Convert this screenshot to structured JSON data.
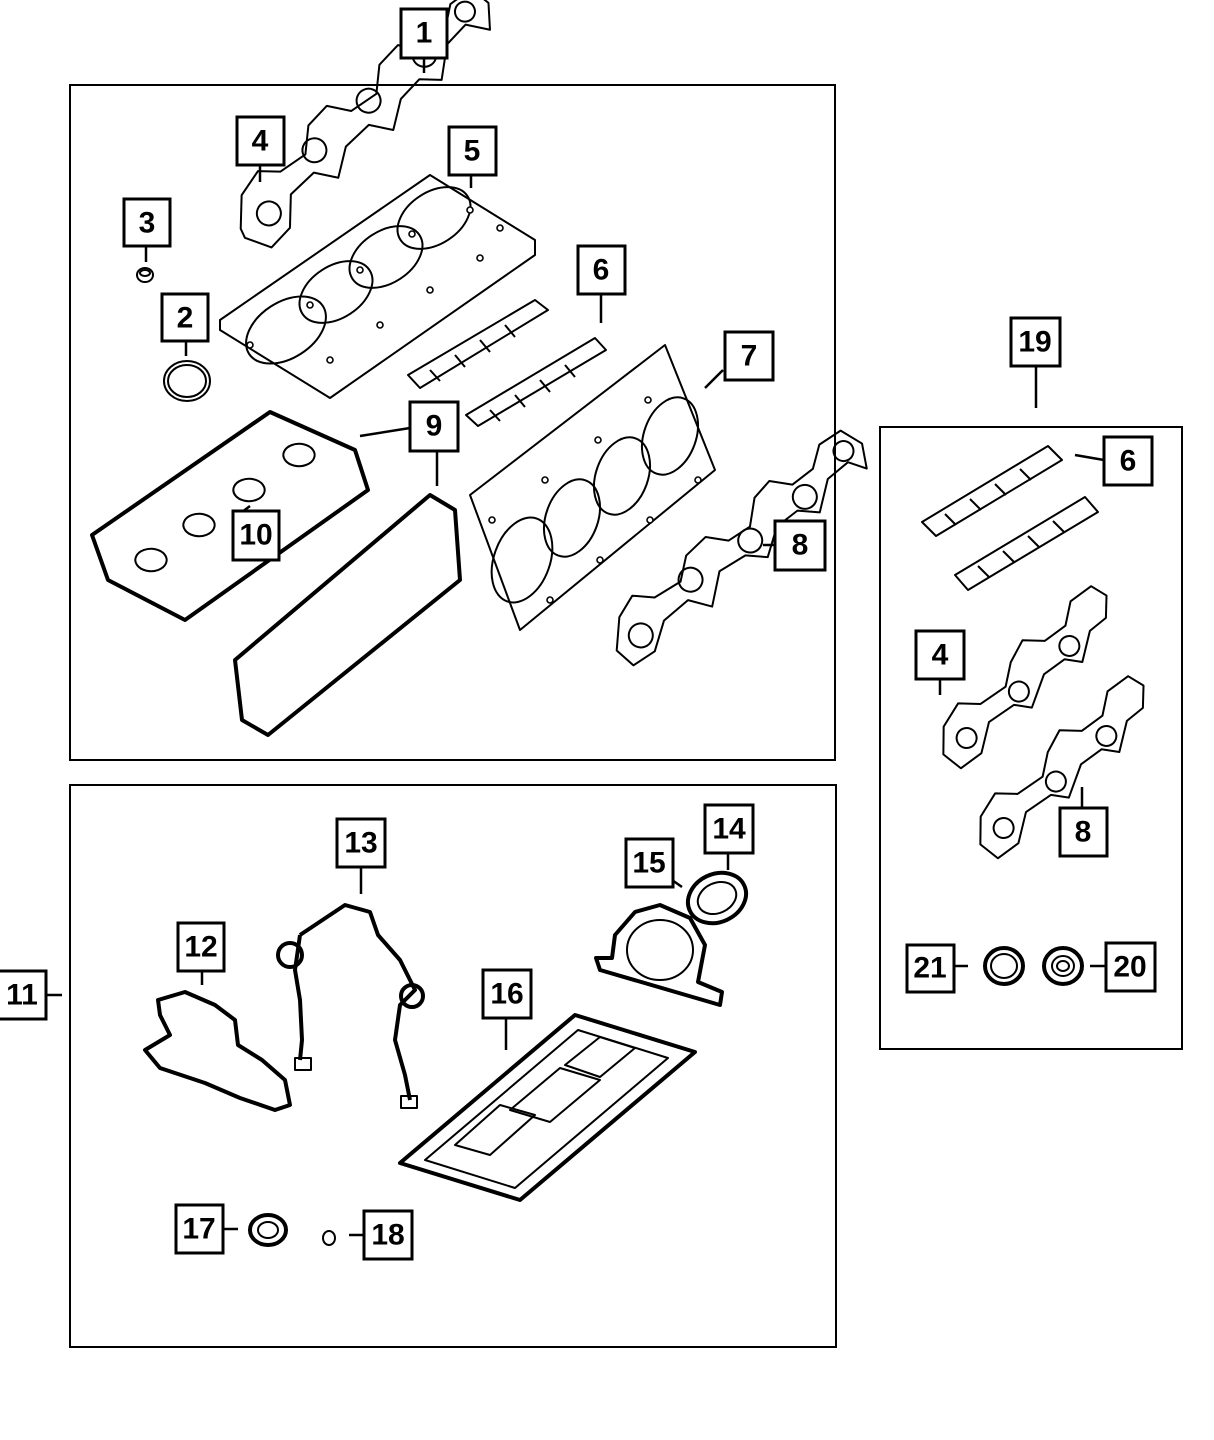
{
  "diagram": {
    "callouts": {
      "c1": "1",
      "c2": "2",
      "c3": "3",
      "c4": "4",
      "c5": "5",
      "c6": "6",
      "c7": "7",
      "c8": "8",
      "c9": "9",
      "c10": "10",
      "c11": "11",
      "c12": "12",
      "c13": "13",
      "c14": "14",
      "c15": "15",
      "c16": "16",
      "c17": "17",
      "c18": "18",
      "c19": "19",
      "c20": "20",
      "c21": "21",
      "c19_4": "4",
      "c19_6": "6",
      "c19_8": "8"
    }
  }
}
